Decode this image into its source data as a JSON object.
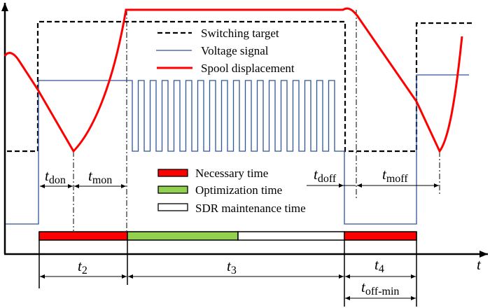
{
  "legend": {
    "switching_target": "Switching target",
    "voltage_signal": "Voltage signal",
    "spool_displacement": "Spool displacement"
  },
  "bar_legend": {
    "necessary": "Necessary time",
    "optimization": "Optimization time",
    "sdr": "SDR maintenance time"
  },
  "labels": {
    "t": "t",
    "don": "don",
    "mon": "mon",
    "doff": "doff",
    "moff": "moff",
    "t2_sub": "2",
    "t3_sub": "3",
    "t4_sub": "4",
    "offmin": "off-min",
    "axis_t": "t"
  },
  "colors": {
    "target": "#000000",
    "voltage": "#2F5597",
    "spool": "#FF0000",
    "necessary": "#FF0000",
    "optimization": "#92D050",
    "sdr": "#FFFFFF"
  }
}
